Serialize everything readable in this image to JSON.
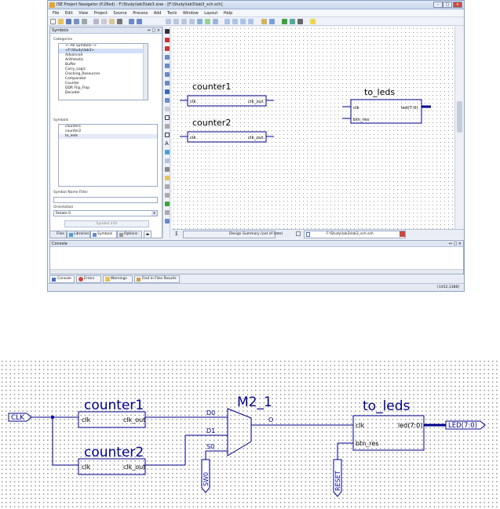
{
  "window": {
    "title": "ISE Project Navigator (P.28xd) - F:\\Study\\lab3\\lab3.xise - [F:\\Study\\lab3\\lab3_sch.sch]",
    "menu": [
      "File",
      "Edit",
      "View",
      "Project",
      "Source",
      "Process",
      "Add",
      "Tools",
      "Window",
      "Layout",
      "Help"
    ]
  },
  "symbols_panel": {
    "title": "Symbols",
    "categories_label": "Categories",
    "categories": [
      "<--All Symbols-->",
      "<F:\\Study\\lab3>",
      "Advanced",
      "Arithmetic",
      "Buffer",
      "Carry_Logic",
      "Clocking_Resources",
      "Comparator",
      "Counter",
      "DDR Flip_Flop",
      "Decoder"
    ],
    "symbols_label": "Symbols",
    "symbols": [
      "counter1",
      "counter2",
      "to_leds"
    ],
    "filter_label": "Symbol Name Filter",
    "orientation_label": "Orientation",
    "orientation_value": "Rotate 0",
    "info_button": "Symbol Info"
  },
  "left_tabs": [
    "Files",
    "Libraries",
    "Symbols",
    "Options"
  ],
  "doc_tabs": [
    "Design Summary (out of date)",
    "F:\\Study\\lab3\\lab3_sch.sch"
  ],
  "console": {
    "title": "Console"
  },
  "console_tabs": [
    "Console",
    "Errors",
    "Warnings",
    "Find in Files Results"
  ],
  "status": {
    "coords": "[1452,1388]"
  },
  "schematic_top": {
    "blocks": [
      {
        "name": "counter1",
        "ports": [
          "clk",
          "clk_out"
        ]
      },
      {
        "name": "counter2",
        "ports": [
          "clk",
          "clk_out"
        ]
      },
      {
        "name": "to_leds",
        "ports": [
          "clk",
          "btn_res",
          "led(7:0)"
        ]
      }
    ]
  },
  "schematic_zoom": {
    "counter1": {
      "name": "counter1",
      "in": "clk",
      "out": "clk_out"
    },
    "counter2": {
      "name": "counter2",
      "in": "clk",
      "out": "clk_out"
    },
    "mux": {
      "name": "M2_1",
      "d0": "D0",
      "d1": "D1",
      "s0": "S0",
      "o": "O"
    },
    "to_leds": {
      "name": "to_leds",
      "clk": "clk",
      "btn": "btn_res",
      "led": "led(7:0)"
    },
    "io": {
      "clk": "CLK",
      "sw": "SW0",
      "reset": "RESET",
      "led": "LED(7:0)"
    }
  }
}
